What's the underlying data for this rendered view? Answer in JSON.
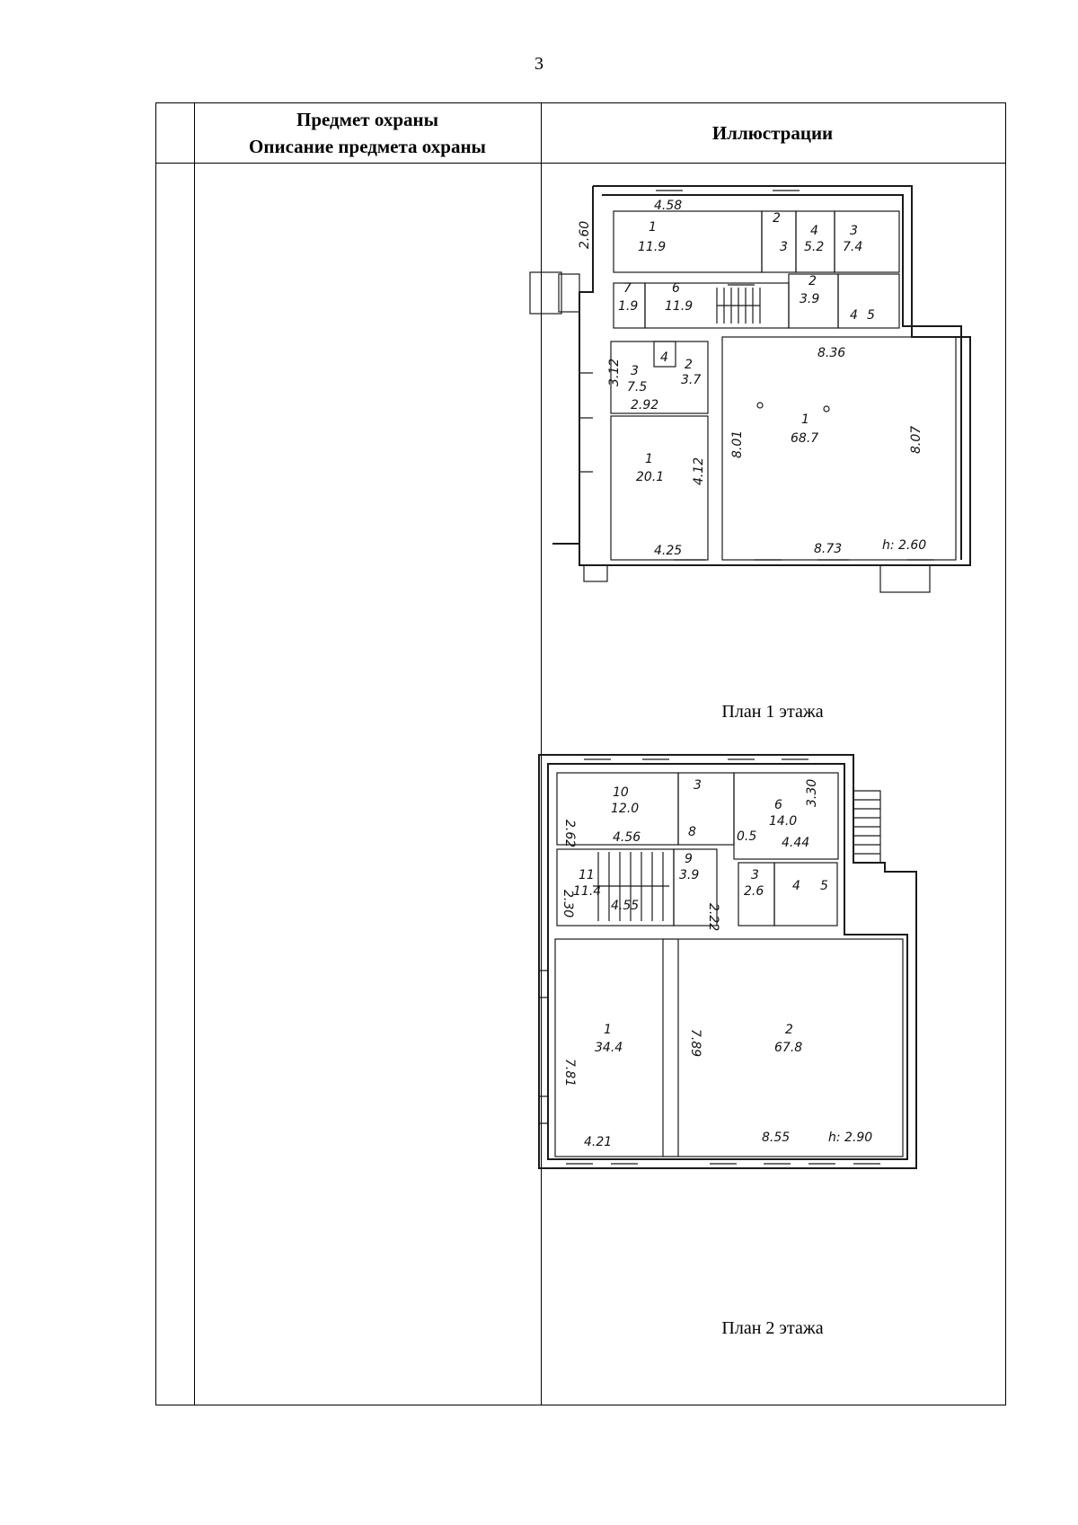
{
  "page_number": "3",
  "table": {
    "header": {
      "col2_line1": "Предмет охраны",
      "col2_line2": "Описание предмета охраны",
      "col3": "Иллюстрации"
    }
  },
  "plan1": {
    "caption": "План 1 этажа",
    "labels": {
      "r1_dim_top": "4.58",
      "r1_dim_side": "2.60",
      "r1_num": "1",
      "r1_area": "11.9",
      "wc2": "2",
      "wc3": "3",
      "r4_num": "4",
      "r4_area": "5.2",
      "r3_num": "3",
      "r3_area": "7.4",
      "r7_num": "7",
      "r7_area": "1.9",
      "r6_num": "6",
      "r6_area": "11.9",
      "r2_num": "2",
      "r2_area": "3.9",
      "wc4": "4",
      "wc5": "5",
      "l3_dim_side": "3.12",
      "l3_num": "3",
      "l3_area": "7.5",
      "l3_dim_bottom": "2.92",
      "l4": "4",
      "l2_num": "2",
      "l2_area": "3.7",
      "l1_num": "1",
      "l1_area": "20.1",
      "l1_dim_side": "4.12",
      "l1_dim_bottom": "4.25",
      "hall_dim_top": "8.36",
      "hall_dim_left": "8.01",
      "hall_dim_right": "8.07",
      "hall_num": "1",
      "hall_area": "68.7",
      "hall_dim_bottom": "8.73",
      "hall_height": "h: 2.60"
    }
  },
  "plan2": {
    "caption": "План 2 этажа",
    "labels": {
      "r10_dim_side": "2.62",
      "r10_num": "10",
      "r10_area": "12.0",
      "r10_dim_bottom": "4.56",
      "wc3": "3",
      "r8": "8",
      "r6_num": "6",
      "r6_area": "14.0",
      "r6_dim_side": "3.30",
      "r6_dim_bottom": "4.44",
      "r6_small": "0.5",
      "r11_dim_side": "2.30",
      "r11_num": "11",
      "r11_area": "11.4",
      "r11_dim_bottom": "4.55",
      "r9_num": "9",
      "r9_area": "3.9",
      "r9_dim_side": "2.22",
      "r3_num": "3",
      "r3_area": "2.6",
      "wc4": "4",
      "wc5": "5",
      "r1_dim_side": "7.81",
      "r1_num": "1",
      "r1_area": "34.4",
      "r1_dim_bottom": "4.21",
      "r2_dim_side": "7.89",
      "r2_num": "2",
      "r2_area": "67.8",
      "r2_dim_bottom": "8.55",
      "r2_height": "h: 2.90"
    }
  }
}
